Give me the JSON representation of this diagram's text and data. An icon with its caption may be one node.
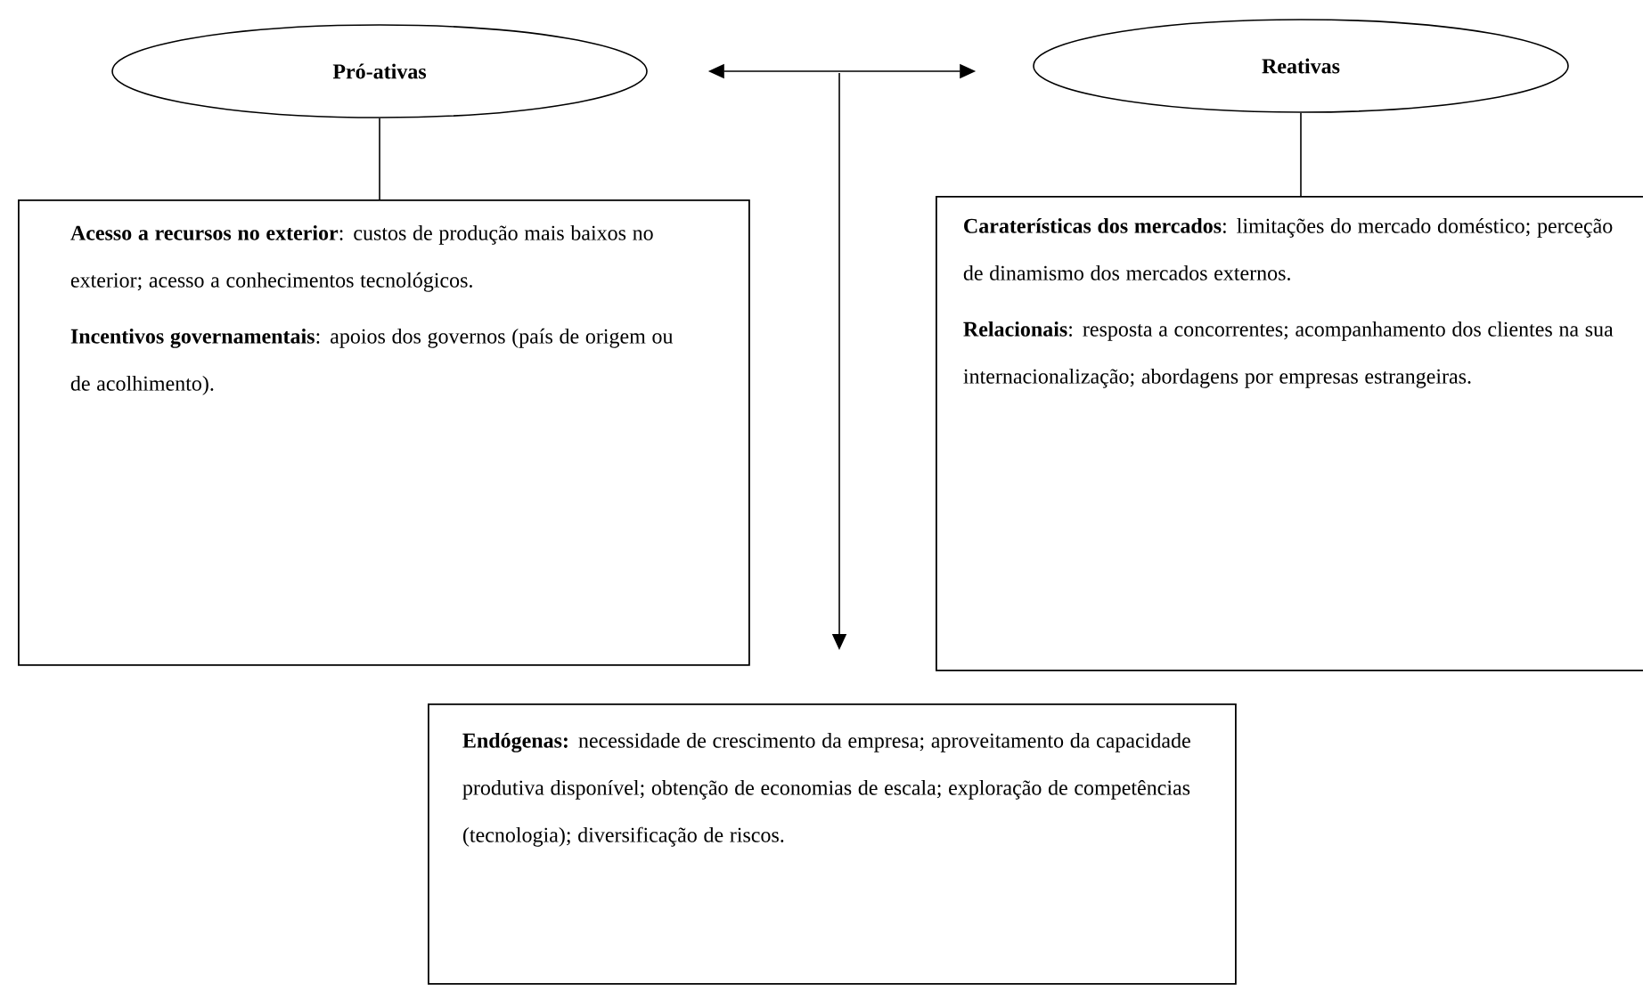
{
  "diagram": {
    "nodes": [
      {
        "text": [
          "Pró-ativas"
        ]
      },
      {
        "text": [
          "Reativas"
        ]
      },
      {
        "text": [
          "**Acesso a recursos no exterior**: custos de produção mais baixos no exterior; acesso a conhecimentos tecnológicos.",
          "**Incentivos governamentais**: apoios dos governos (país de origem ou de acolhimento)."
        ]
      },
      {
        "text": [
          "**Caraterísticas dos mercados**: limitações do mercado doméstico; perceção de dinamismo dos mercados externos.",
          "**Relacionais**: resposta a concorrentes; acompanhamento dos clientes na sua internacionalização; abordagens por empresas estrangeiras."
        ]
      },
      {
        "text": [
          "**Endógenas:** necessidade de crescimento da empresa; aproveitamento da capacidade produtiva disponível; obtenção de economias de escala; exploração de competências (tecnologia); diversificação de riscos."
        ]
      }
    ],
    "edges": [
      {
        "from": 0,
        "to": 2,
        "arrow": "none"
      },
      {
        "from": 1,
        "to": 3,
        "arrow": "none"
      },
      {
        "from": 0,
        "to": 1,
        "arrow": "both"
      },
      {
        "from": null,
        "to": 4,
        "arrow": "to"
      }
    ]
  }
}
